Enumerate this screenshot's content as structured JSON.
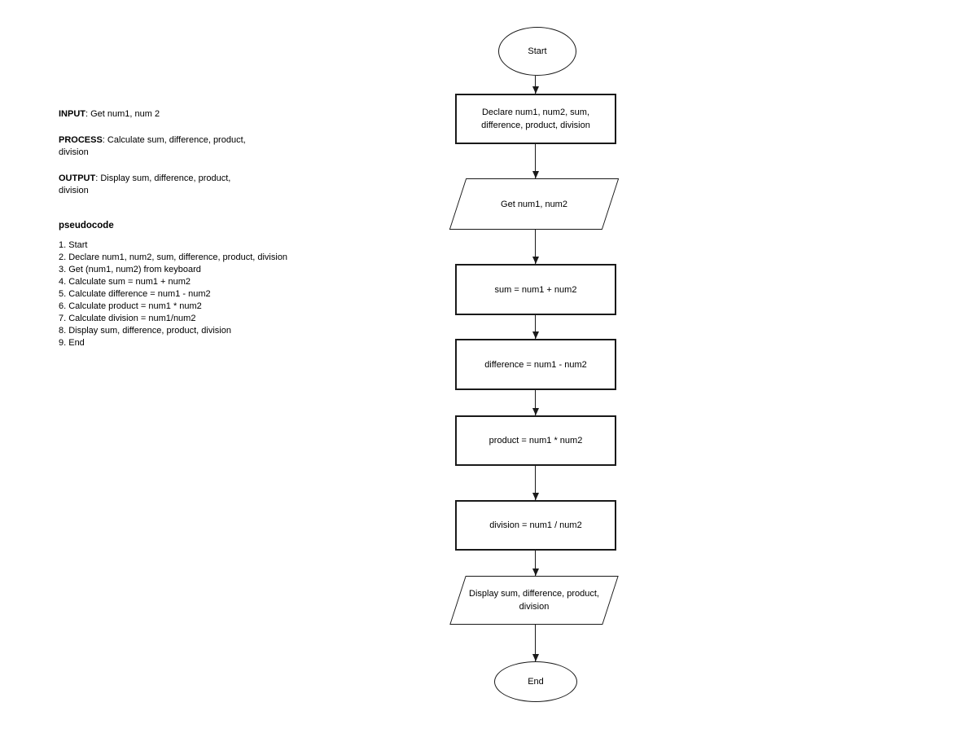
{
  "summary": {
    "input_label": "INPUT",
    "input_text": ": Get num1, num 2",
    "process_label": "PROCESS",
    "process_text": ": Calculate sum, difference, product, division",
    "output_label": "OUTPUT",
    "output_text": ": Display sum, difference, product, division"
  },
  "pseudocode": {
    "heading": "pseudocode",
    "steps": [
      "1. Start",
      "2. Declare num1, num2, sum, difference, product, division",
      "3. Get (num1, num2) from keyboard",
      "4. Calculate sum = num1 + num2",
      "5. Calculate difference = num1 - num2",
      "6. Calculate product = num1 * num2",
      "7. Calculate division = num1/num2",
      "8. Display sum, difference, product, division",
      "9. End"
    ]
  },
  "flowchart": {
    "nodes": [
      {
        "id": "start",
        "type": "terminator",
        "label": "Start"
      },
      {
        "id": "declare",
        "type": "process",
        "label": "Declare num1, num2, sum, difference, product, division"
      },
      {
        "id": "input",
        "type": "io",
        "label": "Get num1, num2"
      },
      {
        "id": "sum",
        "type": "process",
        "label": "sum = num1 + num2"
      },
      {
        "id": "difference",
        "type": "process",
        "label": "difference = num1 - num2"
      },
      {
        "id": "product",
        "type": "process",
        "label": "product = num1 * num2"
      },
      {
        "id": "division",
        "type": "process",
        "label": "division = num1 / num2"
      },
      {
        "id": "output",
        "type": "io",
        "label": "Display sum, difference, product, division"
      },
      {
        "id": "end",
        "type": "terminator",
        "label": "End"
      }
    ]
  }
}
